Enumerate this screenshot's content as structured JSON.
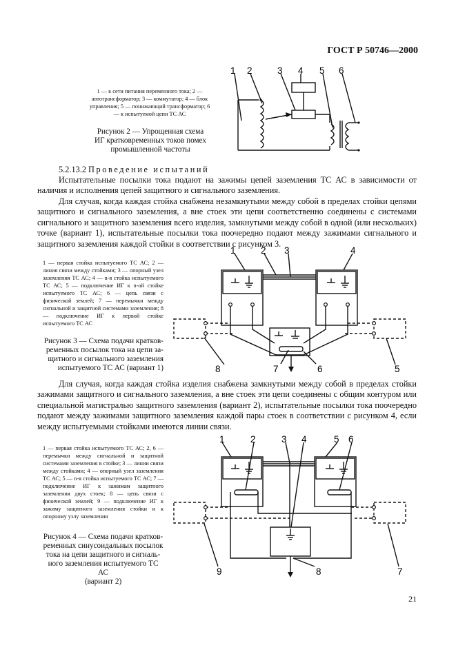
{
  "header": {
    "standard": "ГОСТ Р 50746—2000"
  },
  "figure2": {
    "legend": [
      "1 — к сети питания переменного тока; 2 — автотрансформатор; 3 — коммутатор; 4 — блок управления; 5 — понижающий трансформатор; 6 — к испытуемой цепи ТС АС"
    ],
    "caption": [
      "Рисунок 2 — Упрощенная схема",
      "ИГ кратковременных токов помех",
      "промышленной частоты"
    ],
    "labels": [
      "1",
      "2",
      "3",
      "4",
      "5",
      "6"
    ]
  },
  "section": {
    "number": "5.2.13.2",
    "title": "Проведение испытаний"
  },
  "paragraphs": [
    "Испытательные посылки тока подают на зажимы цепей заземления ТС АС в зависимости от наличия и исполнения цепей защитного и сигнального заземления.",
    "Для случая, когда каждая стойка снабжена незамкнутыми между собой в пределах стойки цепями защитного и сигнального заземления, а вне стоек эти цепи соответственно соединены с системами сигнального и защитного заземления всего изделия, замкнутыми между собой в одной (или нескольких) точке (вариант 1), испытательные посылки тока поочередно подают между зажимами сигнального и защитного заземления каждой стойки в соответствии с рисунком 3.",
    "Для случая, когда каждая стойка изделия снабжена замкнутыми между собой в пределах стойки зажимами защитного и сигнального заземления, а вне стоек эти цепи соединены с общим контуром или специальной магистралью защитного заземления (вариант 2), испытательные посылки тока поочередно подают между зажимами защитного заземления каждой пары стоек в соответствии с рисунком 4, если между испытуемыми стойками имеются линии связи."
  ],
  "figure3": {
    "legend": "1 — первая стойка испытуемого ТС АС; 2 — линия связи между стойками; 3 — опорный узел заземления ТС АС; 4 — n-я стойка испытуемого ТС АС; 5 — подключение ИГ к n-ой стойке испытуемого ТС АС; 6 — цепь связи с физической землей; 7 — перемычки между сигнальной и защитной системами заземления; 8 — подключение ИГ к первой стойке испытуемого ТС АС",
    "caption": [
      "Рисунок 3 — Схема подачи кратков-",
      "ременных посылок тока на цепи за-",
      "щитного и сигнального заземления",
      "испытуемого ТС АС (вариант 1)"
    ],
    "labels": [
      "1",
      "2",
      "3",
      "4",
      "8",
      "7",
      "6",
      "5"
    ]
  },
  "figure4": {
    "legend": "1 — первая стойка испытуемого ТС АС; 2, 6 — перемычки между сигнальной и защитной системами заземления в стойке; 3 — линии связи между стойками; 4 — опорный узел заземления ТС АС; 5 — n-я стойка испытуемого ТС АС; 7 — подключение ИГ к зажимам защитного заземления двух стоек; 8 — цепь связи с физической землей; 9 — подключение ИГ к зажиму защитного заземления стойки и к опорному узлу заземления",
    "caption": [
      "Рисунок 4 — Схема подачи кратков-",
      "ременных синусоидальных посылок",
      "тока на цепи защитного и сигналь-",
      "ного заземления испытуемого ТС АС",
      "(вариант 2)"
    ],
    "labels": [
      "1",
      "2",
      "3",
      "4",
      "5",
      "6",
      "9",
      "8",
      "7"
    ]
  },
  "page_number": "21"
}
